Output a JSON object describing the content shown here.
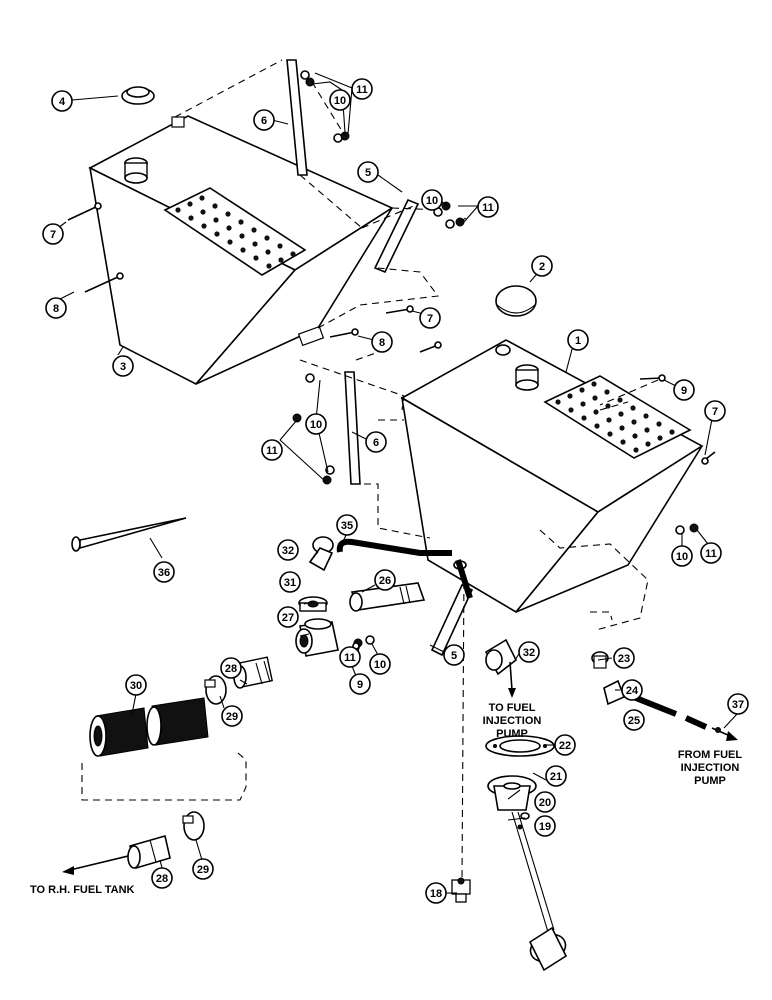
{
  "callouts": [
    {
      "id": "c1",
      "label": "1"
    },
    {
      "id": "c2",
      "label": "2"
    },
    {
      "id": "c3",
      "label": "3"
    },
    {
      "id": "c4",
      "label": "4"
    },
    {
      "id": "c5a",
      "label": "5"
    },
    {
      "id": "c5b",
      "label": "5"
    },
    {
      "id": "c6a",
      "label": "6"
    },
    {
      "id": "c6b",
      "label": "6"
    },
    {
      "id": "c7a",
      "label": "7"
    },
    {
      "id": "c7b",
      "label": "7"
    },
    {
      "id": "c7c",
      "label": "7"
    },
    {
      "id": "c8a",
      "label": "8"
    },
    {
      "id": "c8b",
      "label": "8"
    },
    {
      "id": "c9a",
      "label": "9"
    },
    {
      "id": "c9b",
      "label": "9"
    },
    {
      "id": "c10a",
      "label": "10"
    },
    {
      "id": "c10b",
      "label": "10"
    },
    {
      "id": "c10c",
      "label": "10"
    },
    {
      "id": "c10d",
      "label": "10"
    },
    {
      "id": "c10e",
      "label": "10"
    },
    {
      "id": "c11a",
      "label": "11"
    },
    {
      "id": "c11b",
      "label": "11"
    },
    {
      "id": "c11c",
      "label": "11"
    },
    {
      "id": "c11d",
      "label": "11"
    },
    {
      "id": "c11e",
      "label": "11"
    },
    {
      "id": "c18",
      "label": "18"
    },
    {
      "id": "c19",
      "label": "19"
    },
    {
      "id": "c20",
      "label": "20"
    },
    {
      "id": "c21",
      "label": "21"
    },
    {
      "id": "c22",
      "label": "22"
    },
    {
      "id": "c23",
      "label": "23"
    },
    {
      "id": "c24",
      "label": "24"
    },
    {
      "id": "c25",
      "label": "25"
    },
    {
      "id": "c26",
      "label": "26"
    },
    {
      "id": "c27",
      "label": "27"
    },
    {
      "id": "c28a",
      "label": "28"
    },
    {
      "id": "c28b",
      "label": "28"
    },
    {
      "id": "c29a",
      "label": "29"
    },
    {
      "id": "c29b",
      "label": "29"
    },
    {
      "id": "c30",
      "label": "30"
    },
    {
      "id": "c31",
      "label": "31"
    },
    {
      "id": "c32a",
      "label": "32"
    },
    {
      "id": "c32b",
      "label": "32"
    },
    {
      "id": "c35",
      "label": "35"
    },
    {
      "id": "c36",
      "label": "36"
    },
    {
      "id": "c37",
      "label": "37"
    }
  ],
  "notes": {
    "to_fuel_injection_pump": [
      "TO FUEL",
      "INJECTION",
      "PUMP"
    ],
    "from_fuel_injection_pump": [
      "FROM FUEL",
      "INJECTION",
      "PUMP"
    ],
    "to_rh_fuel_tank": "TO R.H. FUEL TANK"
  }
}
